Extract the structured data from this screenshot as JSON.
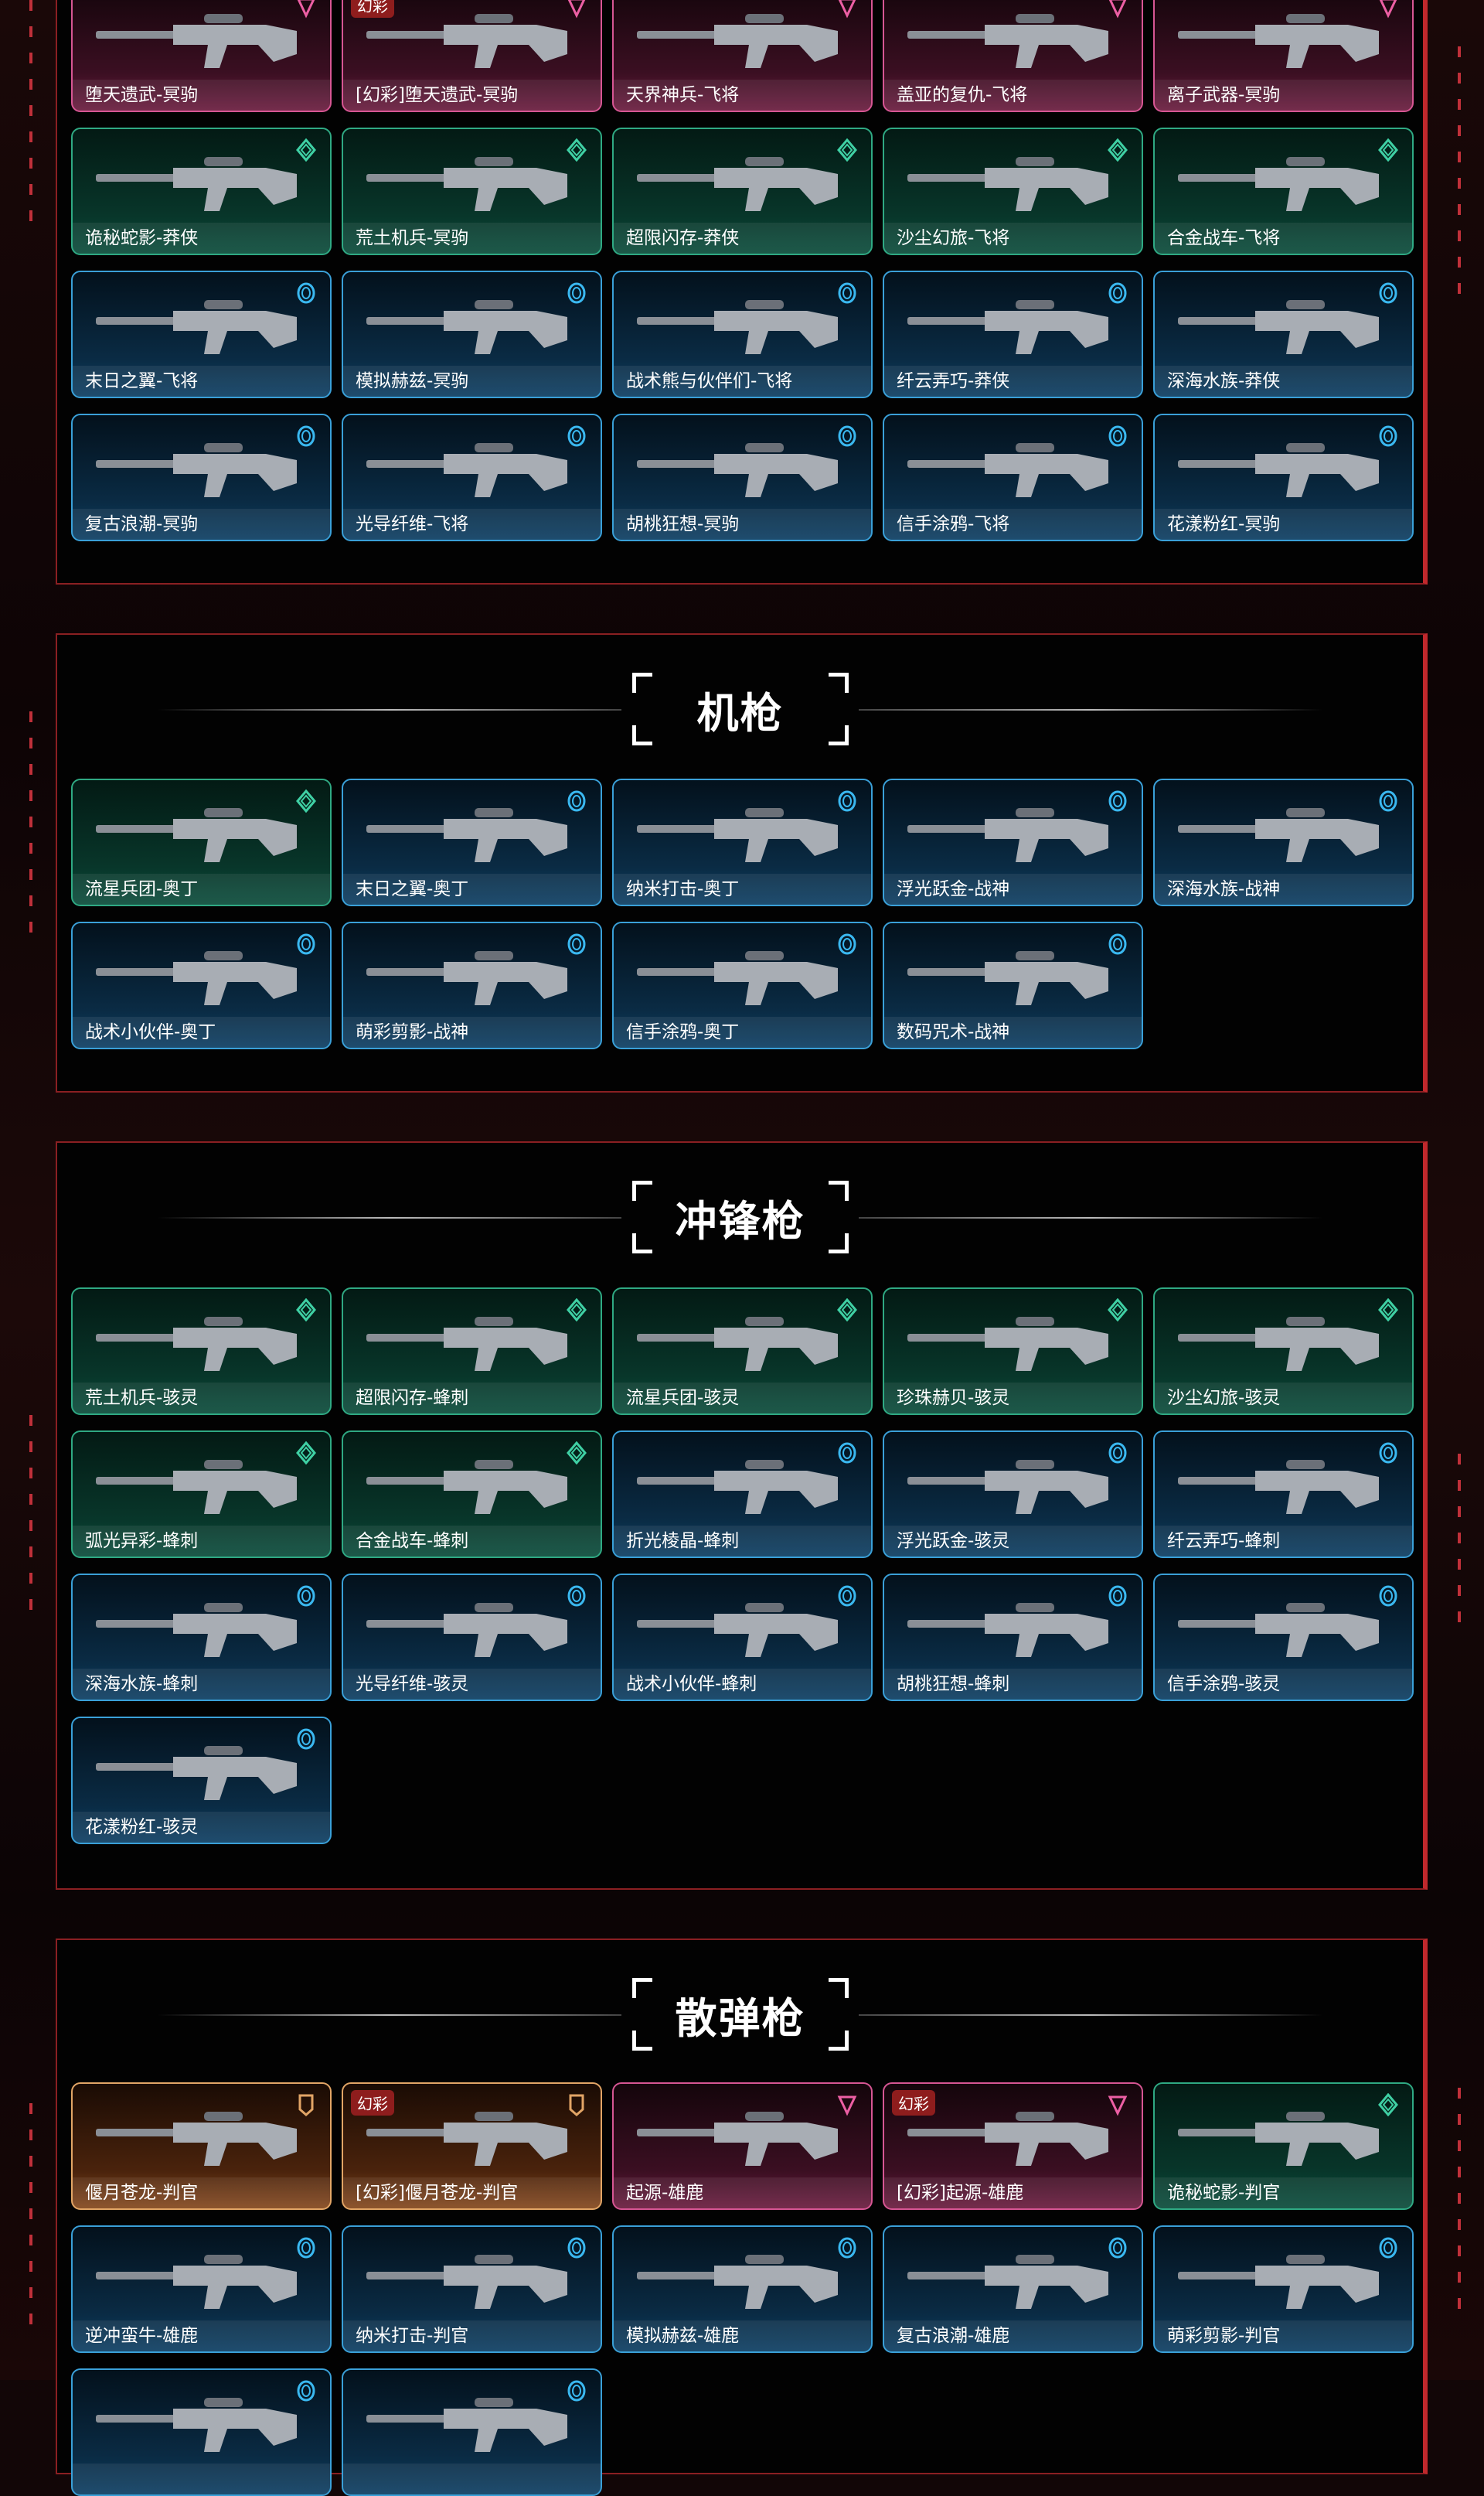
{
  "colors": {
    "blue": "#3aa0d8",
    "green": "#2fa983",
    "pink": "#d65693",
    "gold": "#e2a566",
    "panel_border": "#c0282c"
  },
  "tier_icons": {
    "gold": "pentagon-icon",
    "pink": "triangle-icon",
    "green": "diamond-icon",
    "blue": "circle-icon"
  },
  "sections": [
    {
      "title": "",
      "rows": [
        [
          {
            "name": "堕天遗武-冥驹",
            "tier": "pink"
          },
          {
            "name": "[幻彩]堕天遗武-冥驹",
            "tier": "pink",
            "badge": "幻彩"
          },
          {
            "name": "天界神兵-飞将",
            "tier": "pink"
          },
          {
            "name": "盖亚的复仇-飞将",
            "tier": "pink"
          },
          {
            "name": "离子武器-冥驹",
            "tier": "pink"
          }
        ],
        [
          {
            "name": "诡秘蛇影-莽侠",
            "tier": "green"
          },
          {
            "name": "荒土机兵-冥驹",
            "tier": "green"
          },
          {
            "name": "超限闪存-莽侠",
            "tier": "green"
          },
          {
            "name": "沙尘幻旅-飞将",
            "tier": "green"
          },
          {
            "name": "合金战车-飞将",
            "tier": "green"
          }
        ],
        [
          {
            "name": "末日之翼-飞将",
            "tier": "blue"
          },
          {
            "name": "模拟赫兹-冥驹",
            "tier": "blue"
          },
          {
            "name": "战术熊与伙伴们-飞将",
            "tier": "blue"
          },
          {
            "name": "纤云弄巧-莽侠",
            "tier": "blue"
          },
          {
            "name": "深海水族-莽侠",
            "tier": "blue"
          }
        ],
        [
          {
            "name": "复古浪潮-冥驹",
            "tier": "blue"
          },
          {
            "name": "光导纤维-飞将",
            "tier": "blue"
          },
          {
            "name": "胡桃狂想-冥驹",
            "tier": "blue"
          },
          {
            "name": "信手涂鸦-飞将",
            "tier": "blue"
          },
          {
            "name": "花漾粉红-冥驹",
            "tier": "blue"
          }
        ]
      ]
    },
    {
      "title": "机枪",
      "rows": [
        [
          {
            "name": "流星兵团-奥丁",
            "tier": "green"
          },
          {
            "name": "末日之翼-奥丁",
            "tier": "blue"
          },
          {
            "name": "纳米打击-奥丁",
            "tier": "blue"
          },
          {
            "name": "浮光跃金-战神",
            "tier": "blue"
          },
          {
            "name": "深海水族-战神",
            "tier": "blue"
          }
        ],
        [
          {
            "name": "战术小伙伴-奥丁",
            "tier": "blue"
          },
          {
            "name": "萌彩剪影-战神",
            "tier": "blue"
          },
          {
            "name": "信手涂鸦-奥丁",
            "tier": "blue"
          },
          {
            "name": "数码咒术-战神",
            "tier": "blue"
          }
        ]
      ]
    },
    {
      "title": "冲锋枪",
      "rows": [
        [
          {
            "name": "荒土机兵-骇灵",
            "tier": "green"
          },
          {
            "name": "超限闪存-蜂刺",
            "tier": "green"
          },
          {
            "name": "流星兵团-骇灵",
            "tier": "green"
          },
          {
            "name": "珍珠赫贝-骇灵",
            "tier": "green"
          },
          {
            "name": "沙尘幻旅-骇灵",
            "tier": "green"
          }
        ],
        [
          {
            "name": "弧光异彩-蜂刺",
            "tier": "green"
          },
          {
            "name": "合金战车-蜂刺",
            "tier": "green"
          },
          {
            "name": "折光棱晶-蜂刺",
            "tier": "blue"
          },
          {
            "name": "浮光跃金-骇灵",
            "tier": "blue"
          },
          {
            "name": "纤云弄巧-蜂刺",
            "tier": "blue"
          }
        ],
        [
          {
            "name": "深海水族-蜂刺",
            "tier": "blue"
          },
          {
            "name": "光导纤维-骇灵",
            "tier": "blue"
          },
          {
            "name": "战术小伙伴-蜂刺",
            "tier": "blue"
          },
          {
            "name": "胡桃狂想-蜂刺",
            "tier": "blue"
          },
          {
            "name": "信手涂鸦-骇灵",
            "tier": "blue"
          }
        ],
        [
          {
            "name": "花漾粉红-骇灵",
            "tier": "blue"
          }
        ]
      ]
    },
    {
      "title": "散弹枪",
      "rows": [
        [
          {
            "name": "偃月苍龙-判官",
            "tier": "gold"
          },
          {
            "name": "[幻彩]偃月苍龙-判官",
            "tier": "gold",
            "badge": "幻彩"
          },
          {
            "name": "起源-雄鹿",
            "tier": "pink"
          },
          {
            "name": "[幻彩]起源-雄鹿",
            "tier": "pink",
            "badge": "幻彩"
          },
          {
            "name": "诡秘蛇影-判官",
            "tier": "green"
          }
        ],
        [
          {
            "name": "逆冲蛮牛-雄鹿",
            "tier": "blue"
          },
          {
            "name": "纳米打击-判官",
            "tier": "blue"
          },
          {
            "name": "模拟赫兹-雄鹿",
            "tier": "blue"
          },
          {
            "name": "复古浪潮-雄鹿",
            "tier": "blue"
          },
          {
            "name": "萌彩剪影-判官",
            "tier": "blue"
          }
        ],
        [
          {
            "name": "",
            "tier": "blue"
          },
          {
            "name": "",
            "tier": "blue"
          }
        ]
      ]
    }
  ]
}
